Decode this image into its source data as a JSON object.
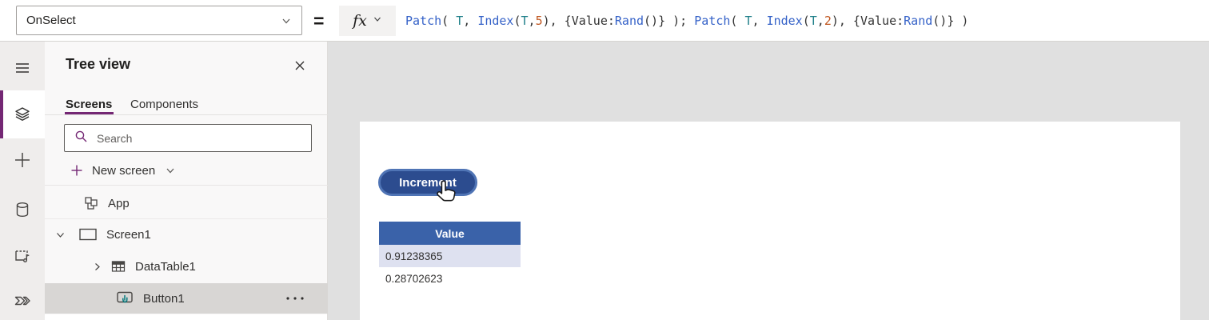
{
  "formula_bar": {
    "property_selector": {
      "value": "OnSelect"
    },
    "equals": "=",
    "fx_label": "fx",
    "formula_text": "Patch( T, Index(T,5), {Value:Rand()} ); Patch( T, Index(T,2), {Value:Rand()} )",
    "tokens": [
      {
        "text": "Patch",
        "type": "fn"
      },
      {
        "text": "( ",
        "type": "pn"
      },
      {
        "text": "T",
        "type": "id"
      },
      {
        "text": ", ",
        "type": "pn"
      },
      {
        "text": "Index",
        "type": "fn"
      },
      {
        "text": "(",
        "type": "pn"
      },
      {
        "text": "T",
        "type": "id"
      },
      {
        "text": ",",
        "type": "pn"
      },
      {
        "text": "5",
        "type": "num"
      },
      {
        "text": "), {Value:",
        "type": "pn"
      },
      {
        "text": "Rand",
        "type": "fn"
      },
      {
        "text": "()} ); ",
        "type": "pn"
      },
      {
        "text": "Patch",
        "type": "fn"
      },
      {
        "text": "( ",
        "type": "pn"
      },
      {
        "text": "T",
        "type": "id"
      },
      {
        "text": ", ",
        "type": "pn"
      },
      {
        "text": "Index",
        "type": "fn"
      },
      {
        "text": "(",
        "type": "pn"
      },
      {
        "text": "T",
        "type": "id"
      },
      {
        "text": ",",
        "type": "pn"
      },
      {
        "text": "2",
        "type": "num"
      },
      {
        "text": "), {Value:",
        "type": "pn"
      },
      {
        "text": "Rand",
        "type": "fn"
      },
      {
        "text": "()} )",
        "type": "pn"
      }
    ],
    "token_colors": {
      "fn": "#3562c8",
      "id": "#20808a",
      "num": "#c0561f",
      "pn": "#333333"
    }
  },
  "rail": {
    "accent_color": "#742774",
    "icons": [
      {
        "name": "hamburger-menu-icon"
      },
      {
        "name": "tree-view-icon",
        "selected": true
      },
      {
        "name": "insert-plus-icon"
      },
      {
        "name": "data-icon"
      },
      {
        "name": "media-icon"
      },
      {
        "name": "power-automate-icon"
      }
    ]
  },
  "tree_panel": {
    "title": "Tree view",
    "tabs": [
      {
        "label": "Screens",
        "active": true
      },
      {
        "label": "Components",
        "active": false
      }
    ],
    "search": {
      "placeholder": "Search"
    },
    "new_screen_label": "New screen",
    "items": [
      {
        "label": "App",
        "icon": "app-icon"
      },
      {
        "label": "Screen1",
        "icon": "screen-icon",
        "expanded": true
      },
      {
        "label": "DataTable1",
        "icon": "datatable-icon",
        "collapsed": true
      },
      {
        "label": "Button1",
        "icon": "button-icon",
        "selected": true,
        "has_menu": true
      }
    ]
  },
  "canvas": {
    "button": {
      "label": "Increment",
      "fill_color": "#2c4c8f",
      "border_color": "#4f74b5"
    },
    "data_table": {
      "header": "Value",
      "header_color": "#3a62a9",
      "selected_row_color": "#dee1f0",
      "rows": [
        {
          "value": "0.91238365",
          "selected": true
        },
        {
          "value": "0.28702623",
          "selected": false
        }
      ]
    }
  }
}
